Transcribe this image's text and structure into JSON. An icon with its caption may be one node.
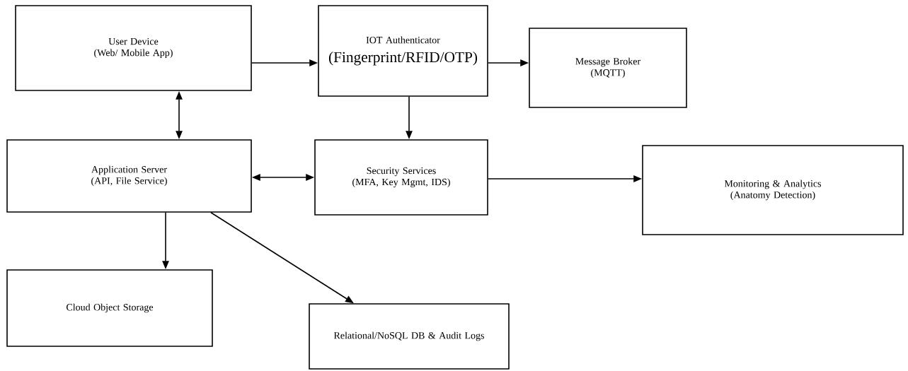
{
  "diagram": {
    "nodes": [
      {
        "text": [
          "User Device",
          "(Web/ Mobile App)"
        ]
      },
      {
        "text": [
          "IOT Authenticator",
          "(Fingerprint/RFID/OTP)"
        ]
      },
      {
        "text": [
          "Message Broker",
          "(MQTT)"
        ]
      },
      {
        "text": [
          "Application Server",
          "(API, File Service)"
        ]
      },
      {
        "text": [
          "Security Services",
          "(MFA, Key Mgmt, IDS)"
        ]
      },
      {
        "text": [
          "Monitoring & Analytics",
          "(Anatomy Detection)"
        ]
      },
      {
        "text": [
          "Cloud Object Storage"
        ]
      },
      {
        "text": [
          "Relational/NoSQL DB & Audit Logs"
        ]
      }
    ],
    "edges": [
      {
        "from": 0,
        "to": 1,
        "arrow": "to"
      },
      {
        "from": 1,
        "to": 2,
        "arrow": "to"
      },
      {
        "from": 0,
        "to": 3,
        "arrow": "both"
      },
      {
        "from": 3,
        "to": 4,
        "arrow": "both"
      },
      {
        "from": 1,
        "to": 4,
        "arrow": "to"
      },
      {
        "from": 4,
        "to": 5,
        "arrow": "to"
      },
      {
        "from": 3,
        "to": 6,
        "arrow": "to"
      },
      {
        "from": 3,
        "to": 7,
        "arrow": "to"
      }
    ]
  }
}
